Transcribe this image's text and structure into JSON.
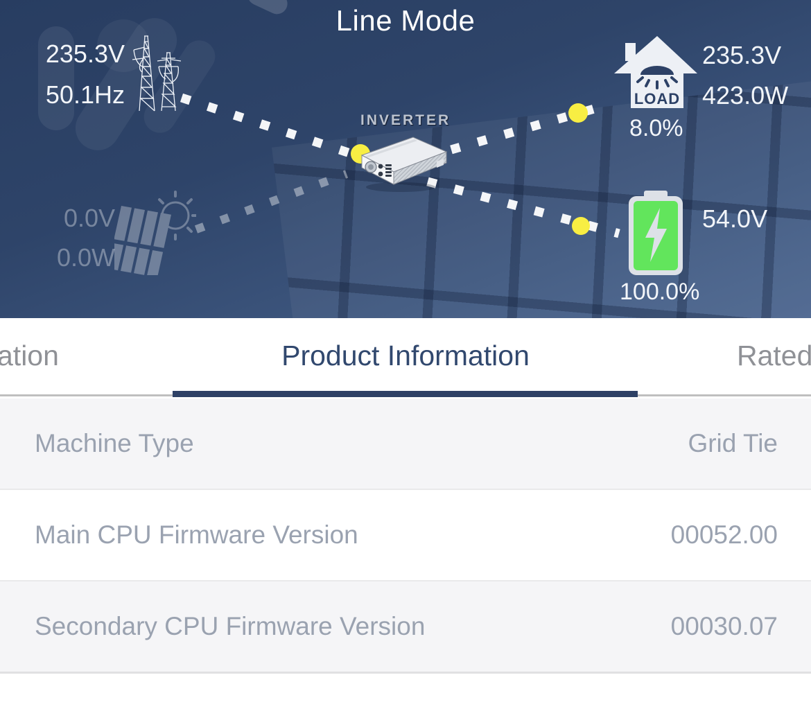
{
  "header": {
    "title": "Line Mode",
    "grid": {
      "voltage": "235.3V",
      "frequency": "50.1Hz"
    },
    "pv": {
      "voltage": "0.0V",
      "power": "0.0W"
    },
    "inverter": {
      "label": "INVERTER"
    },
    "load": {
      "label": "LOAD",
      "voltage": "235.3V",
      "power": "423.0W",
      "percent": "8.0%"
    },
    "battery": {
      "voltage": "54.0V",
      "percent": "100.0%"
    },
    "colors": {
      "flow_dot_yellow": "#f8ee43",
      "battery_green": "#62e55c",
      "hero_navy_top": "#283d61",
      "hero_navy_bottom": "#4b658f"
    }
  },
  "tabs": {
    "left_partial": "ation",
    "active": "Product Information",
    "right_partial": "Rated",
    "active_color": "#31486e"
  },
  "table": {
    "rows": [
      {
        "label": "Machine Type",
        "value": "Grid Tie"
      },
      {
        "label": "Main CPU Firmware Version",
        "value": "00052.00"
      },
      {
        "label": "Secondary CPU Firmware Version",
        "value": "00030.07"
      }
    ]
  }
}
